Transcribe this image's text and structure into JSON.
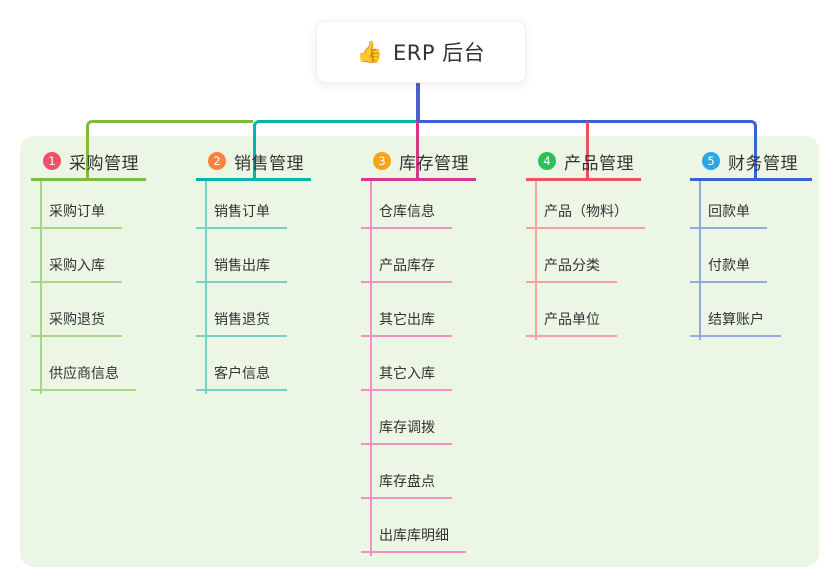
{
  "root": {
    "icon": "👍",
    "label": "ERP 后台"
  },
  "branches": [
    {
      "num": "1",
      "title": "采购管理",
      "badge_color": "#f4506b",
      "line_color": "#7cbd3f",
      "sub_line_color": "#a9d489",
      "items": [
        "采购订单",
        "采购入库",
        "采购退货",
        "供应商信息"
      ]
    },
    {
      "num": "2",
      "title": "销售管理",
      "badge_color": "#f8823f",
      "line_color": "#00b5aa",
      "sub_line_color": "#79d0c7",
      "items": [
        "销售订单",
        "销售出库",
        "销售退货",
        "客户信息"
      ]
    },
    {
      "num": "3",
      "title": "库存管理",
      "badge_color": "#fba317",
      "line_color": "#d8358f",
      "sub_line_color": "#f291c2",
      "items": [
        "仓库信息",
        "产品库存",
        "其它出库",
        "其它入库",
        "库存调拨",
        "库存盘点",
        "出库库明细"
      ]
    },
    {
      "num": "4",
      "title": "产品管理",
      "badge_color": "#2cc156",
      "line_color": "#f0505e",
      "sub_line_color": "#f5a29c",
      "items": [
        "产品（物料）",
        "产品分类",
        "产品单位"
      ]
    },
    {
      "num": "5",
      "title": "财务管理",
      "badge_color": "#2ba7e8",
      "line_color": "#3b62d2",
      "sub_line_color": "#93a9e3",
      "items": [
        "回款单",
        "付款单",
        "结算账户"
      ]
    }
  ],
  "colors": {
    "background": "#ffffff",
    "panel_background": "#ecf6e5",
    "root_card_background": "#ffffff",
    "root_connector": "#4c5ed0",
    "bus_blue": "#3b62d2",
    "bus_teal": "#00b5aa",
    "bus_green": "#7cbd3f",
    "drop_magenta": "#d8358f",
    "drop_red": "#f0505e",
    "text": "#333333"
  }
}
